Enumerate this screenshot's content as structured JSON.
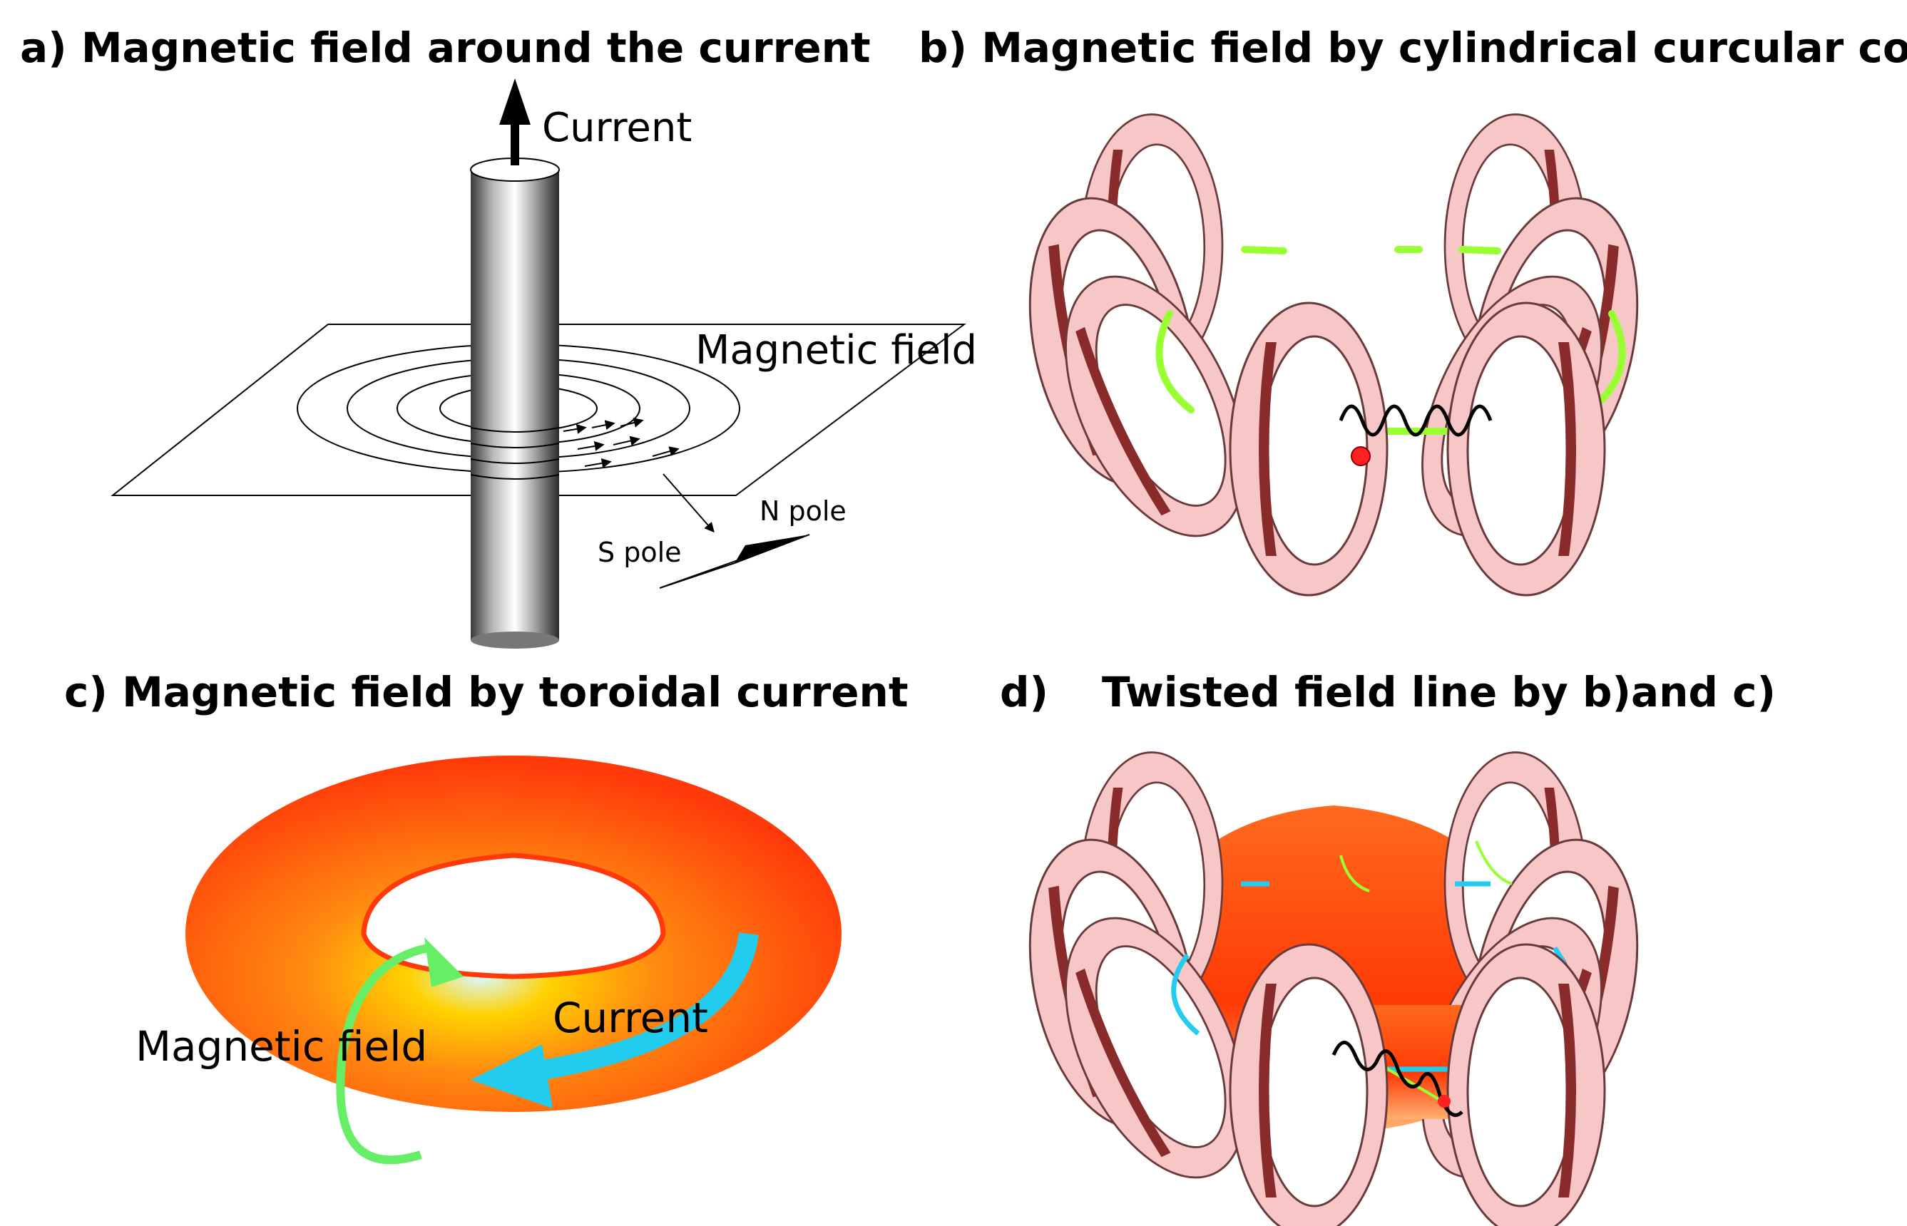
{
  "panels": {
    "a": {
      "title": "a) Magnetic field around the current",
      "labels": {
        "current": "Current",
        "magnetic_field": "Magnetic field",
        "n_pole": "N pole",
        "s_pole": "S pole"
      }
    },
    "b": {
      "title": "b) Magnetic field by cylindrical curcular coils"
    },
    "c": {
      "title": "c) Magnetic field by toroidal current",
      "labels": {
        "current": "Current",
        "magnetic_field": "Magnetic field"
      }
    },
    "d": {
      "title_prefix": "d)",
      "title": "Twisted field line by b)and c)"
    }
  },
  "colors": {
    "coil_face": "#f7c6c6",
    "coil_side": "#8a2b2b",
    "field_green": "#99ff33",
    "torus_orange": "#ff4a0d",
    "cyan_arrow": "#22ccee",
    "green_loop": "#66ee66"
  }
}
